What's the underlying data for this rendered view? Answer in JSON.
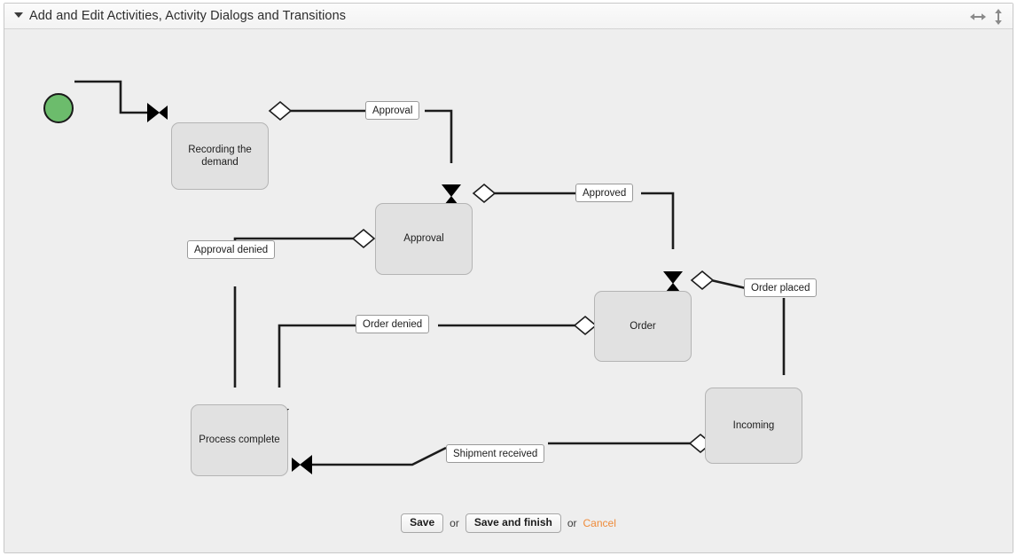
{
  "panel": {
    "title": "Add and Edit Activities, Activity Dialogs and Transitions",
    "collapse_icon": "triangle-down-icon",
    "tools": [
      {
        "name": "resize-horizontal-icon",
        "label": "Resize horizontally"
      },
      {
        "name": "resize-vertical-icon",
        "label": "Resize vertically"
      }
    ]
  },
  "colors": {
    "panel_background": "#efefef",
    "canvas_background": "#eeeeee",
    "node_fill": "#e1e1e1",
    "node_border": "#b4b4b4",
    "start_node_fill": "#6cbc6c",
    "start_node_border": "#1a1a1a",
    "edge_stroke": "#1c1c1c",
    "edge_label_fill": "#ffffff",
    "edge_label_border": "#9a9a9a",
    "cancel_link": "#ef8b3a"
  },
  "diagram": {
    "start_node": {
      "name": "start-state"
    },
    "nodes": [
      {
        "id": "recording",
        "label": "Recording the demand"
      },
      {
        "id": "approval",
        "label": "Approval"
      },
      {
        "id": "order",
        "label": "Order"
      },
      {
        "id": "incoming",
        "label": "Incoming"
      },
      {
        "id": "process_complete",
        "label": "Process complete"
      }
    ],
    "transitions": [
      {
        "id": "t_approval",
        "label": "Approval",
        "from": "recording",
        "to": "approval"
      },
      {
        "id": "t_approved",
        "label": "Approved",
        "from": "approval",
        "to": "order"
      },
      {
        "id": "t_approval_denied",
        "label": "Approval denied",
        "from": "approval",
        "to": "process_complete"
      },
      {
        "id": "t_order_placed",
        "label": "Order placed",
        "from": "order",
        "to": "incoming"
      },
      {
        "id": "t_order_denied",
        "label": "Order denied",
        "from": "order",
        "to": "process_complete"
      },
      {
        "id": "t_shipment_received",
        "label": "Shipment received",
        "from": "incoming",
        "to": "process_complete"
      }
    ]
  },
  "footer": {
    "save_label": "Save",
    "or_label_1": "or",
    "save_and_finish_label": "Save and finish",
    "or_label_2": "or",
    "cancel_label": "Cancel"
  }
}
